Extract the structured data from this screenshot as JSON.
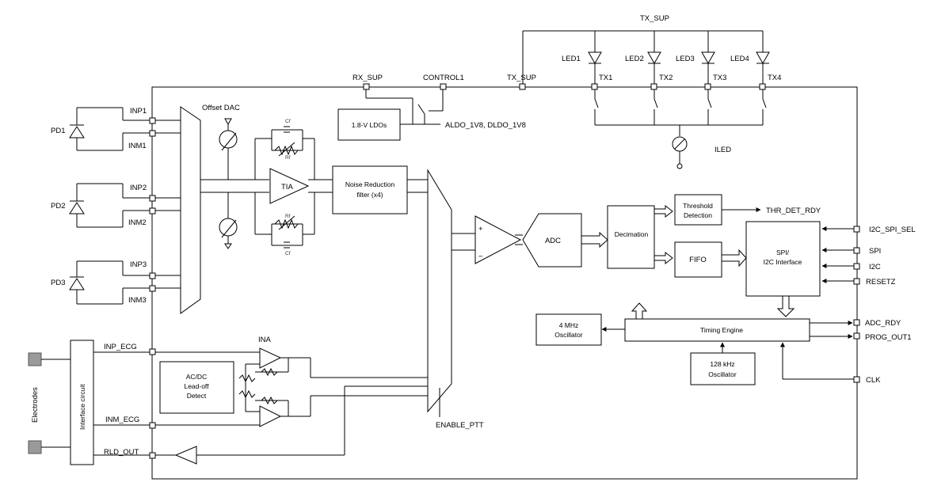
{
  "labels": {
    "tx_sup_top": "TX_SUP",
    "rx_sup": "RX_SUP",
    "control1": "CONTROL1",
    "tx_sup": "TX_SUP",
    "led1": "LED1",
    "led2": "LED2",
    "led3": "LED3",
    "led4": "LED4",
    "tx1": "TX1",
    "tx2": "TX2",
    "tx3": "TX3",
    "tx4": "TX4",
    "iled": "ILED",
    "aldo": "ALDO_1V8, DLDO_1V8",
    "offset_dac": "Offset DAC",
    "pd1": "PD1",
    "pd2": "PD2",
    "pd3": "PD3",
    "inp1": "INP1",
    "inm1": "INM1",
    "inp2": "INP2",
    "inm2": "INM2",
    "inp3": "INP3",
    "inm3": "INM3",
    "cf": "Cf",
    "rf": "Rf",
    "thr_det_rdy": "THR_DET_RDY",
    "i2c_spi_sel": "I2C_SPI_SEL",
    "spi": "SPI",
    "i2c": "I2C",
    "resetz": "RESETZ",
    "adc_rdy": "ADC_RDY",
    "prog_out1": "PROG_OUT1",
    "clk": "CLK",
    "ina": "INA",
    "inp_ecg": "INP_ECG",
    "inm_ecg": "INM_ECG",
    "rld_out": "RLD_OUT",
    "electrodes": "Electrodes",
    "interface_circuit": "Interface circuit",
    "enable_ptt": "ENABLE_PTT",
    "plus": "+",
    "minus": "−"
  },
  "blocks": {
    "ldo": "1.8-V LDOs",
    "tia": "TIA",
    "nrf_line1": "Noise Reduction",
    "nrf_line2": "filter (x4)",
    "adc": "ADC",
    "decimation": "Decimation",
    "threshold_line1": "Threshold",
    "threshold_line2": "Detection",
    "fifo": "FIFO",
    "spi_line1": "SPI/",
    "spi_line2": "I2C Interface",
    "timing": "Timing Engine",
    "osc4_line1": "4 MHz",
    "osc4_line2": "Oscillator",
    "osc128_line1": "128 kHz",
    "osc128_line2": "Oscillator",
    "acdc_line1": "AC/DC",
    "acdc_line2": "Lead-off",
    "acdc_line3": "Detect"
  }
}
